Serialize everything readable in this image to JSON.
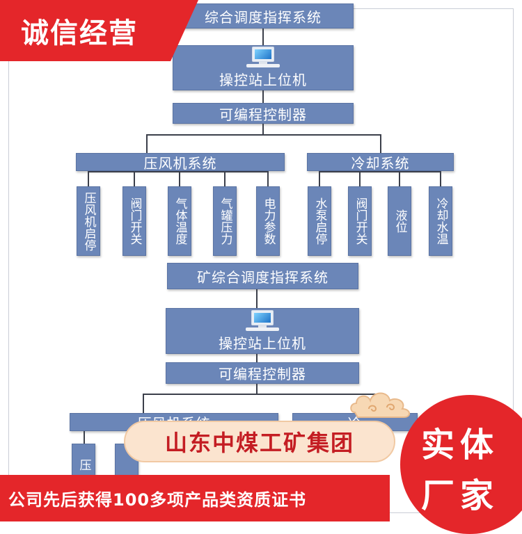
{
  "corner_badge": "诚信经营",
  "top_section": {
    "dispatch_title": "综合调度指挥系统",
    "station_label": "操控站上位机",
    "plc_label": "可编程控制器",
    "compressor_title": "压风机系统",
    "cooling_title": "冷却系统",
    "compressor_items": [
      "压风机启停",
      "阀门开关",
      "气体温度",
      "气罐压力",
      "电力参数"
    ],
    "cooling_items": [
      "水泵启停",
      "阀门开关",
      "液位",
      "冷却水温"
    ]
  },
  "bottom_section": {
    "dispatch_title": "矿综合调度指挥系统",
    "station_label": "操控站上位机",
    "plc_label": "可编程控制器",
    "compressor_title_partial": "压风机系统",
    "cooling_title_partial": "冷",
    "item_partial": "压"
  },
  "company_banner": "山东中煤工矿集团",
  "bottom_bar": "公司先后获得100多项产品类资质证书",
  "stamp_line1": "实体",
  "stamp_line2": "厂家",
  "colors": {
    "box_blue": "#6b86b8",
    "brand_red": "#e4262a"
  }
}
